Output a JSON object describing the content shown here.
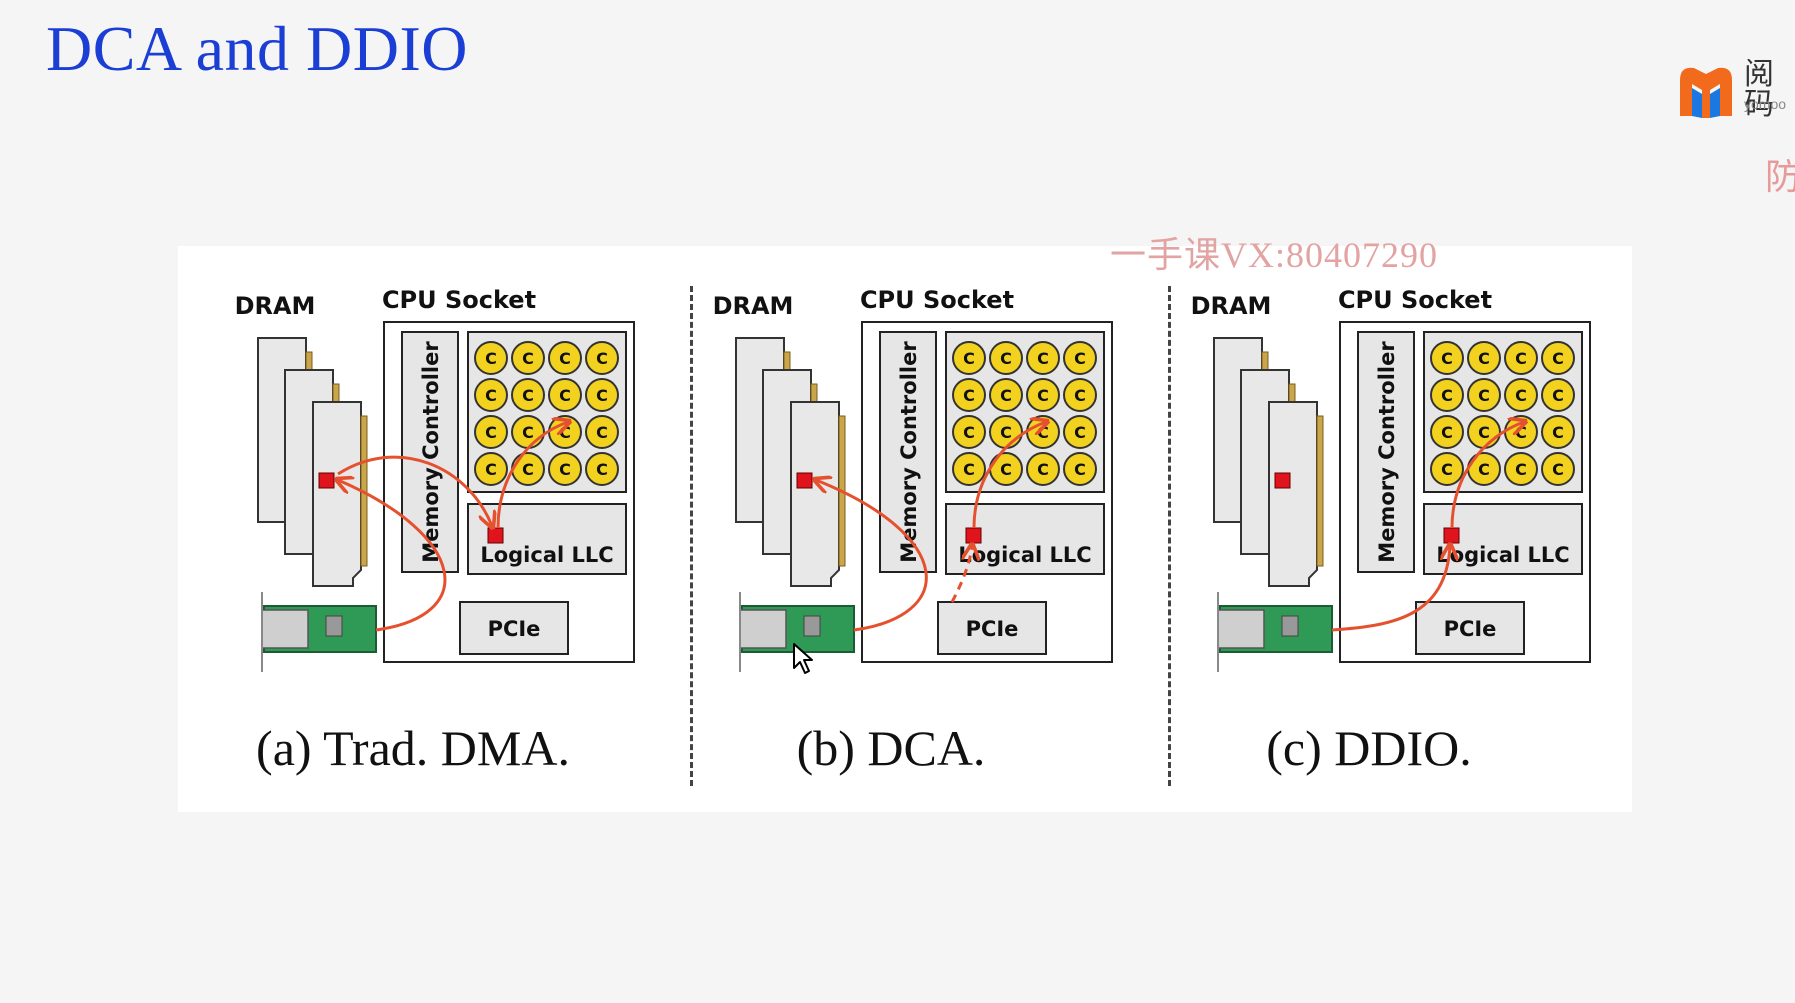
{
  "slide": {
    "title": "DCA and DDIO"
  },
  "watermark": "一手课VX:80407290",
  "logo": {
    "text": "阅码",
    "sub": "yomoo",
    "side_char": "防"
  },
  "figure": {
    "labels": {
      "dram": "DRAM",
      "cpu_socket": "CPU Socket",
      "memory_controller": "Memory Controller",
      "core": "C",
      "llc": "Logical LLC",
      "pcie": "PCIe"
    },
    "panels": [
      {
        "id": "a",
        "caption": "(a) Trad. DMA.",
        "data_path": "NIC -> PCIe -> memory controller -> DRAM -> LLC -> core"
      },
      {
        "id": "b",
        "caption": "(b) DCA.",
        "data_path": "NIC -> PCIe -> DRAM; prefetch hint -> LLC -> core"
      },
      {
        "id": "c",
        "caption": "(c) DDIO.",
        "data_path": "NIC -> PCIe -> LLC -> core"
      }
    ]
  },
  "colors": {
    "title": "#1b3fd4",
    "arrow": "#e5512f",
    "marker": "#e0141c",
    "core_fill": "#f2d21f",
    "nic": "#2f9a55"
  }
}
